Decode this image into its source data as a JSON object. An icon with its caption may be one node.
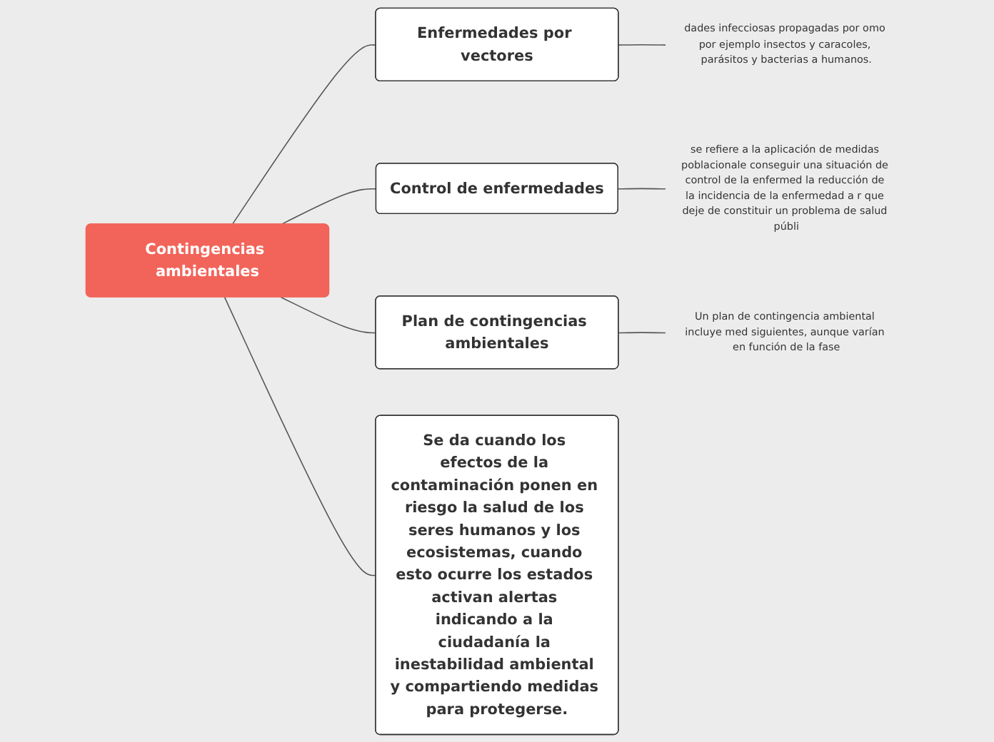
{
  "diagram": {
    "nodes": [
      {
        "text": [
          "Contingencias ambientales"
        ]
      },
      {
        "text": [
          "Enfermedades por vectores"
        ]
      },
      {
        "text": [
          "dades infecciosas propagadas por omo por ejemplo insectos y caracoles, parásitos y bacterias a humanos."
        ]
      },
      {
        "text": [
          "Control de enfermedades"
        ]
      },
      {
        "text": [
          "se refiere a la aplicación de medidas poblacionale conseguir una situación de control de la enfermed la reducción de la incidencia de la enfermedad a r que deje de constituir un problema de salud públi"
        ]
      },
      {
        "text": [
          "Plan de contingencias ambientales"
        ]
      },
      {
        "text": [
          "Un plan de contingencia ambiental incluye med siguientes, aunque varían en función de la fase"
        ]
      },
      {
        "text": [
          "Se da cuando los efectos de la contaminación ponen en riesgo la salud de los seres humanos y los ecosistemas, cuando esto ocurre los estados activan alertas indicando a la ciudadanía la inestabilidad ambiental y compartiendo medidas para protegerse."
        ]
      }
    ],
    "edges": [
      {
        "from": 0,
        "to": 1,
        "arrow": "none"
      },
      {
        "from": 1,
        "to": 2,
        "arrow": "none"
      },
      {
        "from": 0,
        "to": 3,
        "arrow": "none"
      },
      {
        "from": 3,
        "to": 4,
        "arrow": "none"
      },
      {
        "from": 0,
        "to": 5,
        "arrow": "none"
      },
      {
        "from": 5,
        "to": 6,
        "arrow": "none"
      },
      {
        "from": 0,
        "to": 7,
        "arrow": "none"
      }
    ]
  }
}
